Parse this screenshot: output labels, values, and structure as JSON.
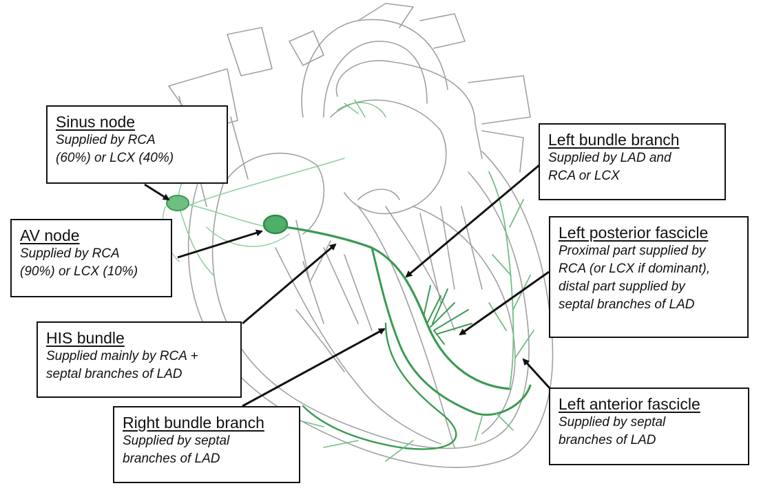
{
  "colors": {
    "conduction": "#3a9a52",
    "conduction_light": "#8fcf9e",
    "pencil": "#9a9a9a",
    "arrow": "#111111",
    "box_border": "#111111"
  },
  "labels": {
    "sinus_node": {
      "title": "Sinus node",
      "desc": "Supplied by RCA\n(60%) or LCX (40%)"
    },
    "av_node": {
      "title": "AV node",
      "desc": "Supplied by RCA\n(90%) or LCX (10%)"
    },
    "his_bundle": {
      "title": "HIS bundle",
      "desc": "Supplied mainly by RCA +\nseptal branches of LAD"
    },
    "right_bundle_branch": {
      "title": "Right bundle branch",
      "desc": "Supplied by septal\nbranches of LAD"
    },
    "left_bundle_branch": {
      "title": "Left bundle branch",
      "desc": "Supplied by LAD and\nRCA or LCX"
    },
    "left_posterior_fascicle": {
      "title": "Left posterior fascicle",
      "desc": "Proximal part supplied by\nRCA (or LCX if dominant),\ndistal part supplied by\nseptal branches of LAD"
    },
    "left_anterior_fascicle": {
      "title": "Left anterior fascicle",
      "desc": "Supplied by septal\nbranches of LAD"
    }
  }
}
